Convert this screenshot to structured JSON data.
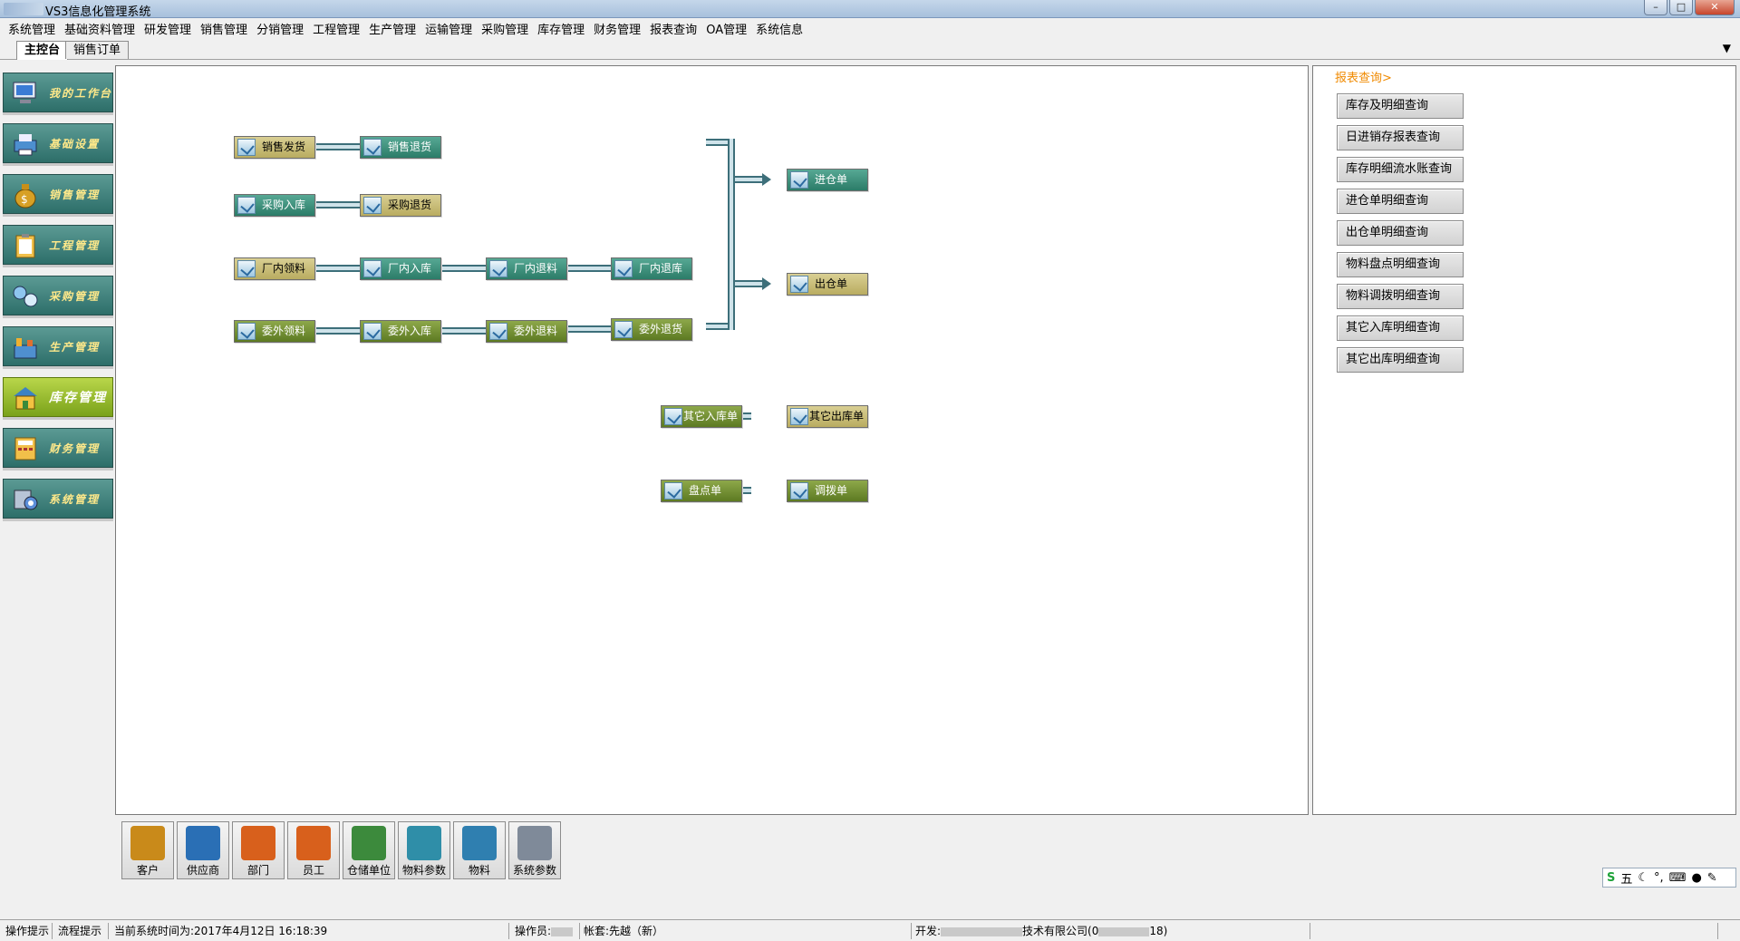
{
  "window": {
    "title": "VS3信息化管理系统",
    "controls": {
      "minimize": "–",
      "maximize": "□",
      "close": "✕"
    }
  },
  "menu": [
    "系统管理",
    "基础资料管理",
    "研发管理",
    "销售管理",
    "分销管理",
    "工程管理",
    "生产管理",
    "运输管理",
    "采购管理",
    "库存管理",
    "财务管理",
    "报表查询",
    "OA管理",
    "系统信息"
  ],
  "tabs": [
    {
      "label": "主控台",
      "active": true
    },
    {
      "label": "销售订单",
      "active": false
    }
  ],
  "tab_dropdown": "▼",
  "sidebar": [
    {
      "label": "我的工作台",
      "icon": "computer-icon"
    },
    {
      "label": "基础设置",
      "icon": "printer-icon"
    },
    {
      "label": "销售管理",
      "icon": "money-bag-icon"
    },
    {
      "label": "工程管理",
      "icon": "clipboard-icon"
    },
    {
      "label": "采购管理",
      "icon": "network-icon"
    },
    {
      "label": "生产管理",
      "icon": "factory-icon"
    },
    {
      "label": "库存管理",
      "icon": "warehouse-icon",
      "active": true
    },
    {
      "label": "财务管理",
      "icon": "calculator-icon"
    },
    {
      "label": "系统管理",
      "icon": "settings-icon"
    }
  ],
  "flow": {
    "row1": [
      "销售发货",
      "销售退货"
    ],
    "row2": [
      "采购入库",
      "采购退货"
    ],
    "row3": [
      "厂内领料",
      "厂内入库",
      "厂内退料",
      "厂内退库"
    ],
    "row4": [
      "委外领料",
      "委外入库",
      "委外退料",
      "委外退货"
    ],
    "outputs": [
      "进仓单",
      "出仓单"
    ],
    "row5": [
      "其它入库单",
      "其它出库单"
    ],
    "row6": [
      "盘点单",
      "调拨单"
    ]
  },
  "report_panel": {
    "title": "报表查询>",
    "buttons": [
      "库存及明细查询",
      "日进销存报表查询",
      "库存明细流水账查询",
      "进仓单明细查询",
      "出仓单明细查询",
      "物料盘点明细查询",
      "物料调拨明细查询",
      "其它入库明细查询",
      "其它出库明细查询"
    ]
  },
  "quick_buttons": [
    {
      "label": "客户",
      "color": "#c98a1a"
    },
    {
      "label": "供应商",
      "color": "#2a6fb5"
    },
    {
      "label": "部门",
      "color": "#d8601c"
    },
    {
      "label": "员工",
      "color": "#d8601c"
    },
    {
      "label": "仓储单位",
      "color": "#3c8a3c"
    },
    {
      "label": "物料参数",
      "color": "#2f8ea8"
    },
    {
      "label": "物料",
      "color": "#2f7fb0"
    },
    {
      "label": "系统参数",
      "color": "#7f8a99"
    }
  ],
  "ime": {
    "symbol": "S",
    "mode": "五"
  },
  "status": {
    "hint1": "操作提示",
    "hint2": "流程提示",
    "time": "当前系统时间为:2017年4月12日 16:18:39",
    "operator": "操作员:",
    "account": "帐套:先越（新）",
    "developer_prefix": "开发:",
    "developer_suffix": "技术有限公司(0",
    "developer_end": "18)"
  }
}
